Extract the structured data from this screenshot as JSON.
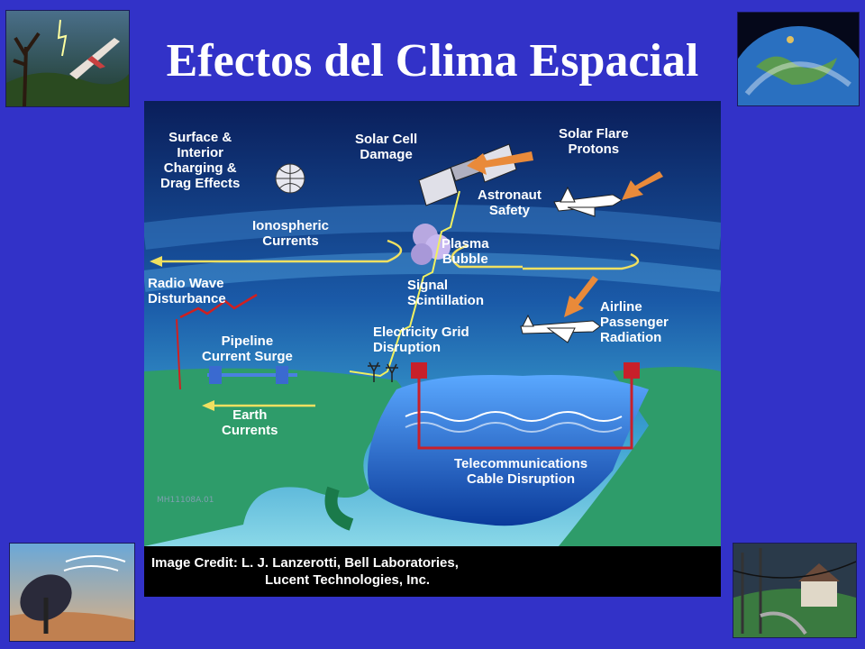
{
  "title": "Efectos del Clima Espacial",
  "colors": {
    "slide_background": "#3232c8",
    "title_text": "#ffffff",
    "diagram_sky": "#0a1e5a",
    "ground": "#2e9c6a",
    "ocean": "#2a6ad2",
    "cable": "#c8202a",
    "arrow_orange": "#e98a3a"
  },
  "corner_images": {
    "top_left": "airplane-in-storm-illustration",
    "top_right": "earth-from-space-illustration",
    "bottom_left": "radar-dish-illustration",
    "bottom_right": "town-power-lines-illustration"
  },
  "diagram": {
    "labels": {
      "surface_charging": [
        "Surface &",
        "Interior",
        "Charging &",
        "Drag Effects"
      ],
      "solar_cell": [
        "Solar Cell",
        "Damage"
      ],
      "solar_flare": [
        "Solar Flare",
        "Protons"
      ],
      "astronaut": [
        "Astronaut",
        "Safety"
      ],
      "ionospheric": [
        "Ionospheric",
        "Currents"
      ],
      "plasma": [
        "Plasma",
        "Bubble"
      ],
      "radio_wave": [
        "Radio Wave",
        "Disturbance"
      ],
      "signal": [
        "Signal",
        "Scintillation"
      ],
      "airline": [
        "Airline",
        "Passenger",
        "Radiation"
      ],
      "electricity": [
        "Electricity Grid",
        "Disruption"
      ],
      "pipeline": [
        "Pipeline",
        "Current Surge"
      ],
      "earth_currents": [
        "Earth",
        "Currents"
      ],
      "telecom": [
        "Telecommunications",
        "Cable Disruption"
      ]
    },
    "figure_code": "MH11108A.01",
    "credit": {
      "line1": "Image Credit:  L. J. Lanzerotti, Bell Laboratories,",
      "line2": "Lucent Technologies, Inc."
    }
  }
}
